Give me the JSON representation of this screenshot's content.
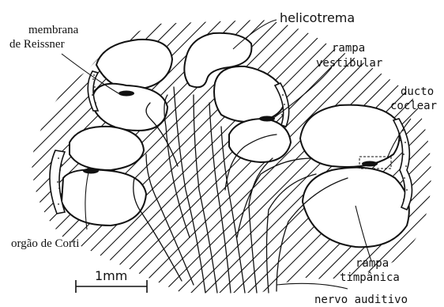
{
  "labels": {
    "helicotrema": "helicotrema",
    "membrana_line1": "membrana",
    "membrana_line2": "de Reissner",
    "rampa_vest_line1": "rampa",
    "rampa_vest_line2": "vestibular",
    "ducto_line1": "ducto",
    "ducto_line2": "coclear",
    "orgao": "orgão de Corti",
    "rampa_timp_line1": "rampa",
    "rampa_timp_line2": "timpânica",
    "nervo": "nervo auditivo"
  },
  "scale_bar": {
    "label": "1mm"
  }
}
